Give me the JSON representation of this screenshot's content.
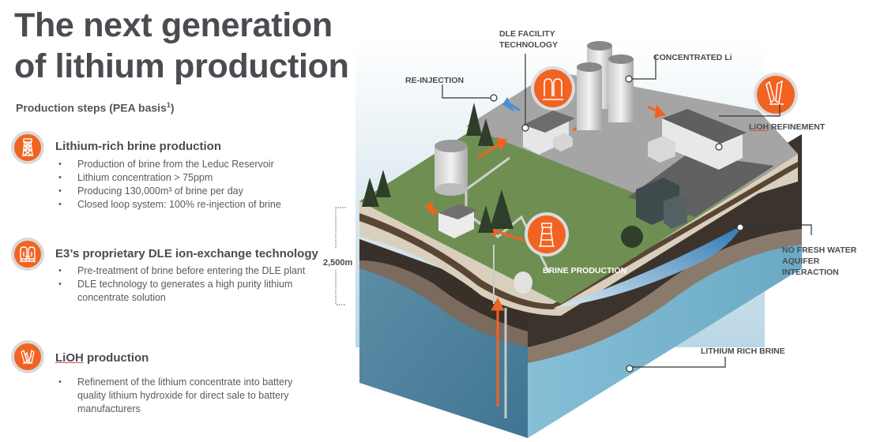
{
  "title_line1": "The next generation",
  "title_line2": "of lithium production",
  "subtitle": "Production steps (PEA basis",
  "subtitle_sup": "1",
  "subtitle_end": ")",
  "steps": [
    {
      "icon": "drilling-tower-icon",
      "title": "Lithium-rich brine production",
      "bullets": [
        "Production of brine from the Leduc Reservoir",
        "Lithium concentration > 75ppm",
        "Producing 130,000m³ of brine per day",
        "Closed loop system: 100% re-injection of brine"
      ]
    },
    {
      "icon": "dle-tanks-icon",
      "title": "E3’s proprietary DLE ion-exchange technology",
      "bullets": [
        "Pre-treatment of brine before entering the DLE plant",
        "DLE technology to generates a high purity lithium concentrate solution"
      ]
    },
    {
      "icon": "crystals-icon",
      "title_underlined": "LiOH",
      "title_rest": " production",
      "bullets": [
        "Refinement of the lithium concentrate into battery quality lithium hydroxide for direct sale to battery manufacturers"
      ]
    }
  ],
  "diagram": {
    "labels": {
      "dle_facility_1": "DLE FACILITY",
      "dle_facility_2": "TECHNOLOGY",
      "re_injection": "RE-INJECTION",
      "concentrated_li": "CONCENTRATED Li",
      "lioh_refinement": "LiOH REFINEMENT",
      "brine_production": "BRINE PRODUCTION",
      "no_fresh_1": "NO FRESH WATER",
      "no_fresh_2": "AQUIFER",
      "no_fresh_3": "INTERACTION",
      "lithium_rich_brine": "LITHIUM RICH BRINE",
      "depth": "2,500m"
    },
    "colors": {
      "accent": "#f26322",
      "reinjection_arrow": "#4a8fd6",
      "brine": "#7fb7cf",
      "grass": "#6f8f52",
      "rock": "#3b332e"
    }
  }
}
